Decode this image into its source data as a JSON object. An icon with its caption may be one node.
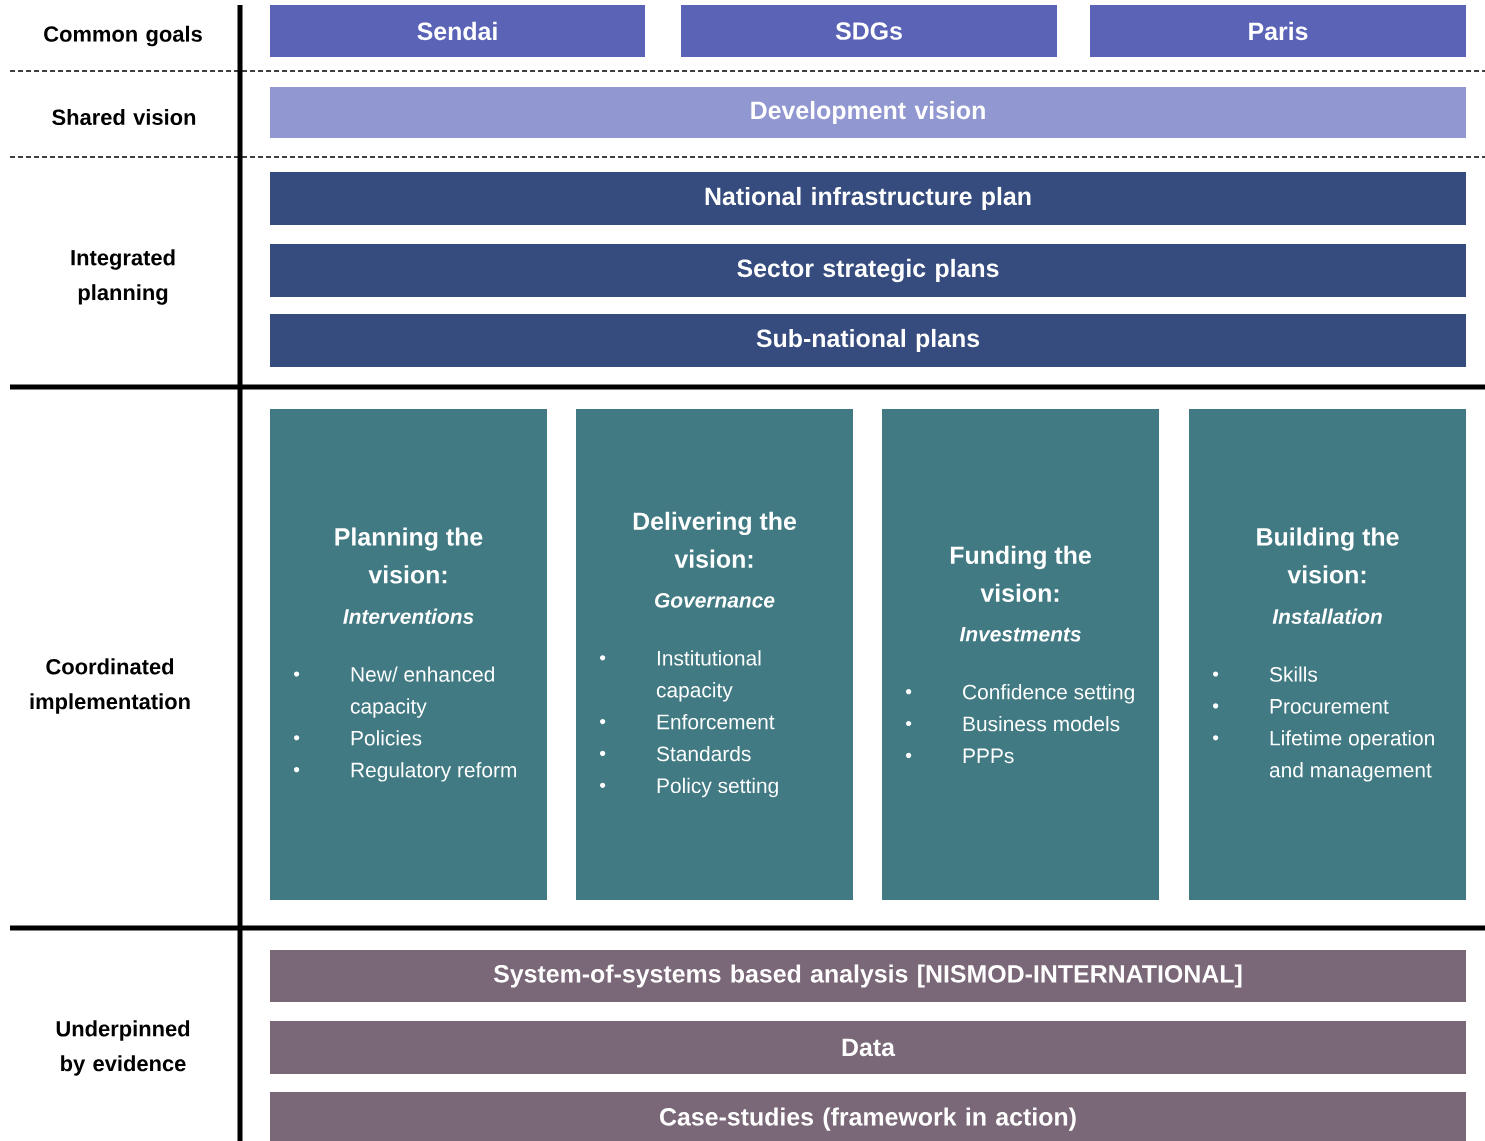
{
  "diagram": {
    "nodes": [
      {
        "text": [
          "Sendai"
        ]
      },
      {
        "text": [
          "SDGs"
        ]
      },
      {
        "text": [
          "Paris"
        ]
      },
      {
        "text": [
          "Development vision"
        ]
      },
      {
        "text": [
          "National infrastructure plan"
        ]
      },
      {
        "text": [
          "Sector strategic plans"
        ]
      },
      {
        "text": [
          "Sub-national plans"
        ]
      },
      {
        "text": [
          "Planning the vision:",
          "Interventions",
          "New/ enhanced capacity",
          "Policies",
          "Regulatory reform"
        ]
      },
      {
        "text": [
          "Delivering the vision:",
          "Governance",
          "Institutional capacity",
          "Enforcement",
          "Standards",
          "Policy setting"
        ]
      },
      {
        "text": [
          "Funding the vision:",
          "Investments",
          "Confidence setting",
          "Business models",
          "PPPs"
        ]
      },
      {
        "text": [
          "Building the vision:",
          "Installation",
          "Skills",
          "Procurement",
          "Lifetime operation and management"
        ]
      },
      {
        "text": [
          "System-of-systems based analysis [NISMOD-INTERNATIONAL]"
        ]
      },
      {
        "text": [
          "Data"
        ]
      },
      {
        "text": [
          "Case-studies (framework in action)"
        ]
      }
    ],
    "labels": [
      "Common goals",
      "Shared vision",
      "Integrated planning",
      "Coordinated implementation",
      "Underpinned by evidence"
    ]
  }
}
